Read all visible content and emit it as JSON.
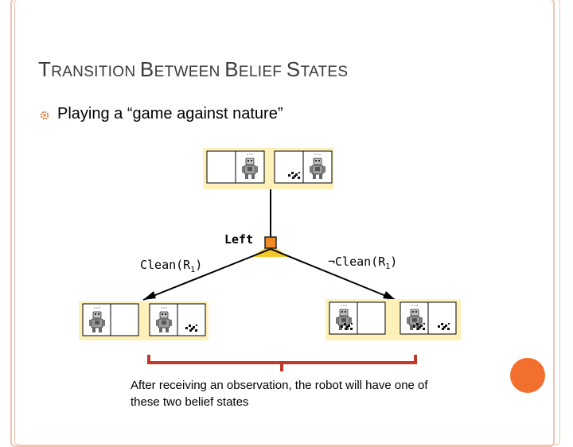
{
  "slide": {
    "title_parts": [
      {
        "text": "T",
        "size": "big"
      },
      {
        "text": "RANSITION ",
        "size": "small"
      },
      {
        "text": "B",
        "size": "big"
      },
      {
        "text": "ETWEEN ",
        "size": "small"
      },
      {
        "text": "B",
        "size": "big"
      },
      {
        "text": "ELIEF ",
        "size": "small"
      },
      {
        "text": "S",
        "size": "big"
      },
      {
        "text": "TATES",
        "size": "small"
      }
    ],
    "bullet_text": "Playing a “game against nature”",
    "bullet_icon": "gear-bullet-icon",
    "accent_color": "#f26f2d",
    "frame_color": "#f3c4b0"
  },
  "diagram": {
    "action_label": "Left",
    "left_branch_label": "Clean(R",
    "left_branch_sub": "1",
    "left_branch_close": ")",
    "right_branch_neg": "¬",
    "right_branch_label": "Clean(R",
    "right_branch_sub": "1",
    "right_branch_close": ")",
    "caption": "After receiving an observation, the robot will have one of these two belief states",
    "belief_bg_color": "#fdf0b8",
    "action_node_color": "#f08a24"
  }
}
